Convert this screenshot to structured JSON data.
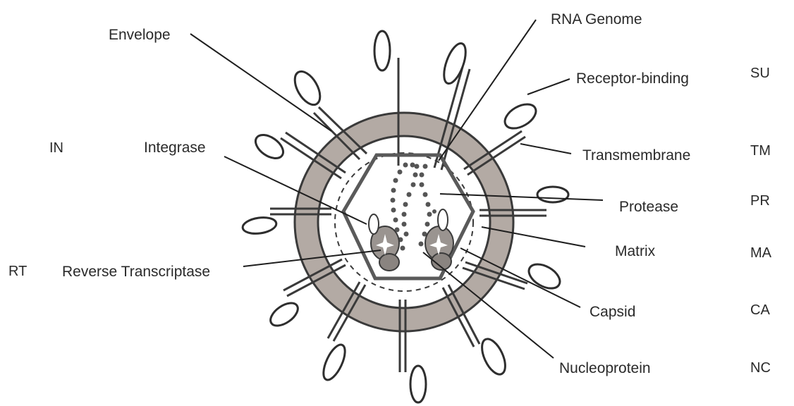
{
  "labels": {
    "envelope": "Envelope",
    "rna_genome": "RNA Genome",
    "receptor_binding": "Receptor-binding",
    "transmembrane": "Transmembrane",
    "protease": "Protease",
    "matrix": "Matrix",
    "capsid": "Capsid",
    "nucleoprotein": "Nucleoprotein",
    "integrase": "Integrase",
    "reverse_transcriptase": "Reverse Transcriptase"
  },
  "abbreviations": {
    "su": "SU",
    "tm": "TM",
    "pr": "PR",
    "ma": "MA",
    "ca": "CA",
    "nc": "NC",
    "in": "IN",
    "rt": "RT"
  },
  "colors": {
    "envelope_band": "#b3aaa4",
    "ink": "#2a2a2a",
    "enzyme_fill": "#9a9490"
  }
}
